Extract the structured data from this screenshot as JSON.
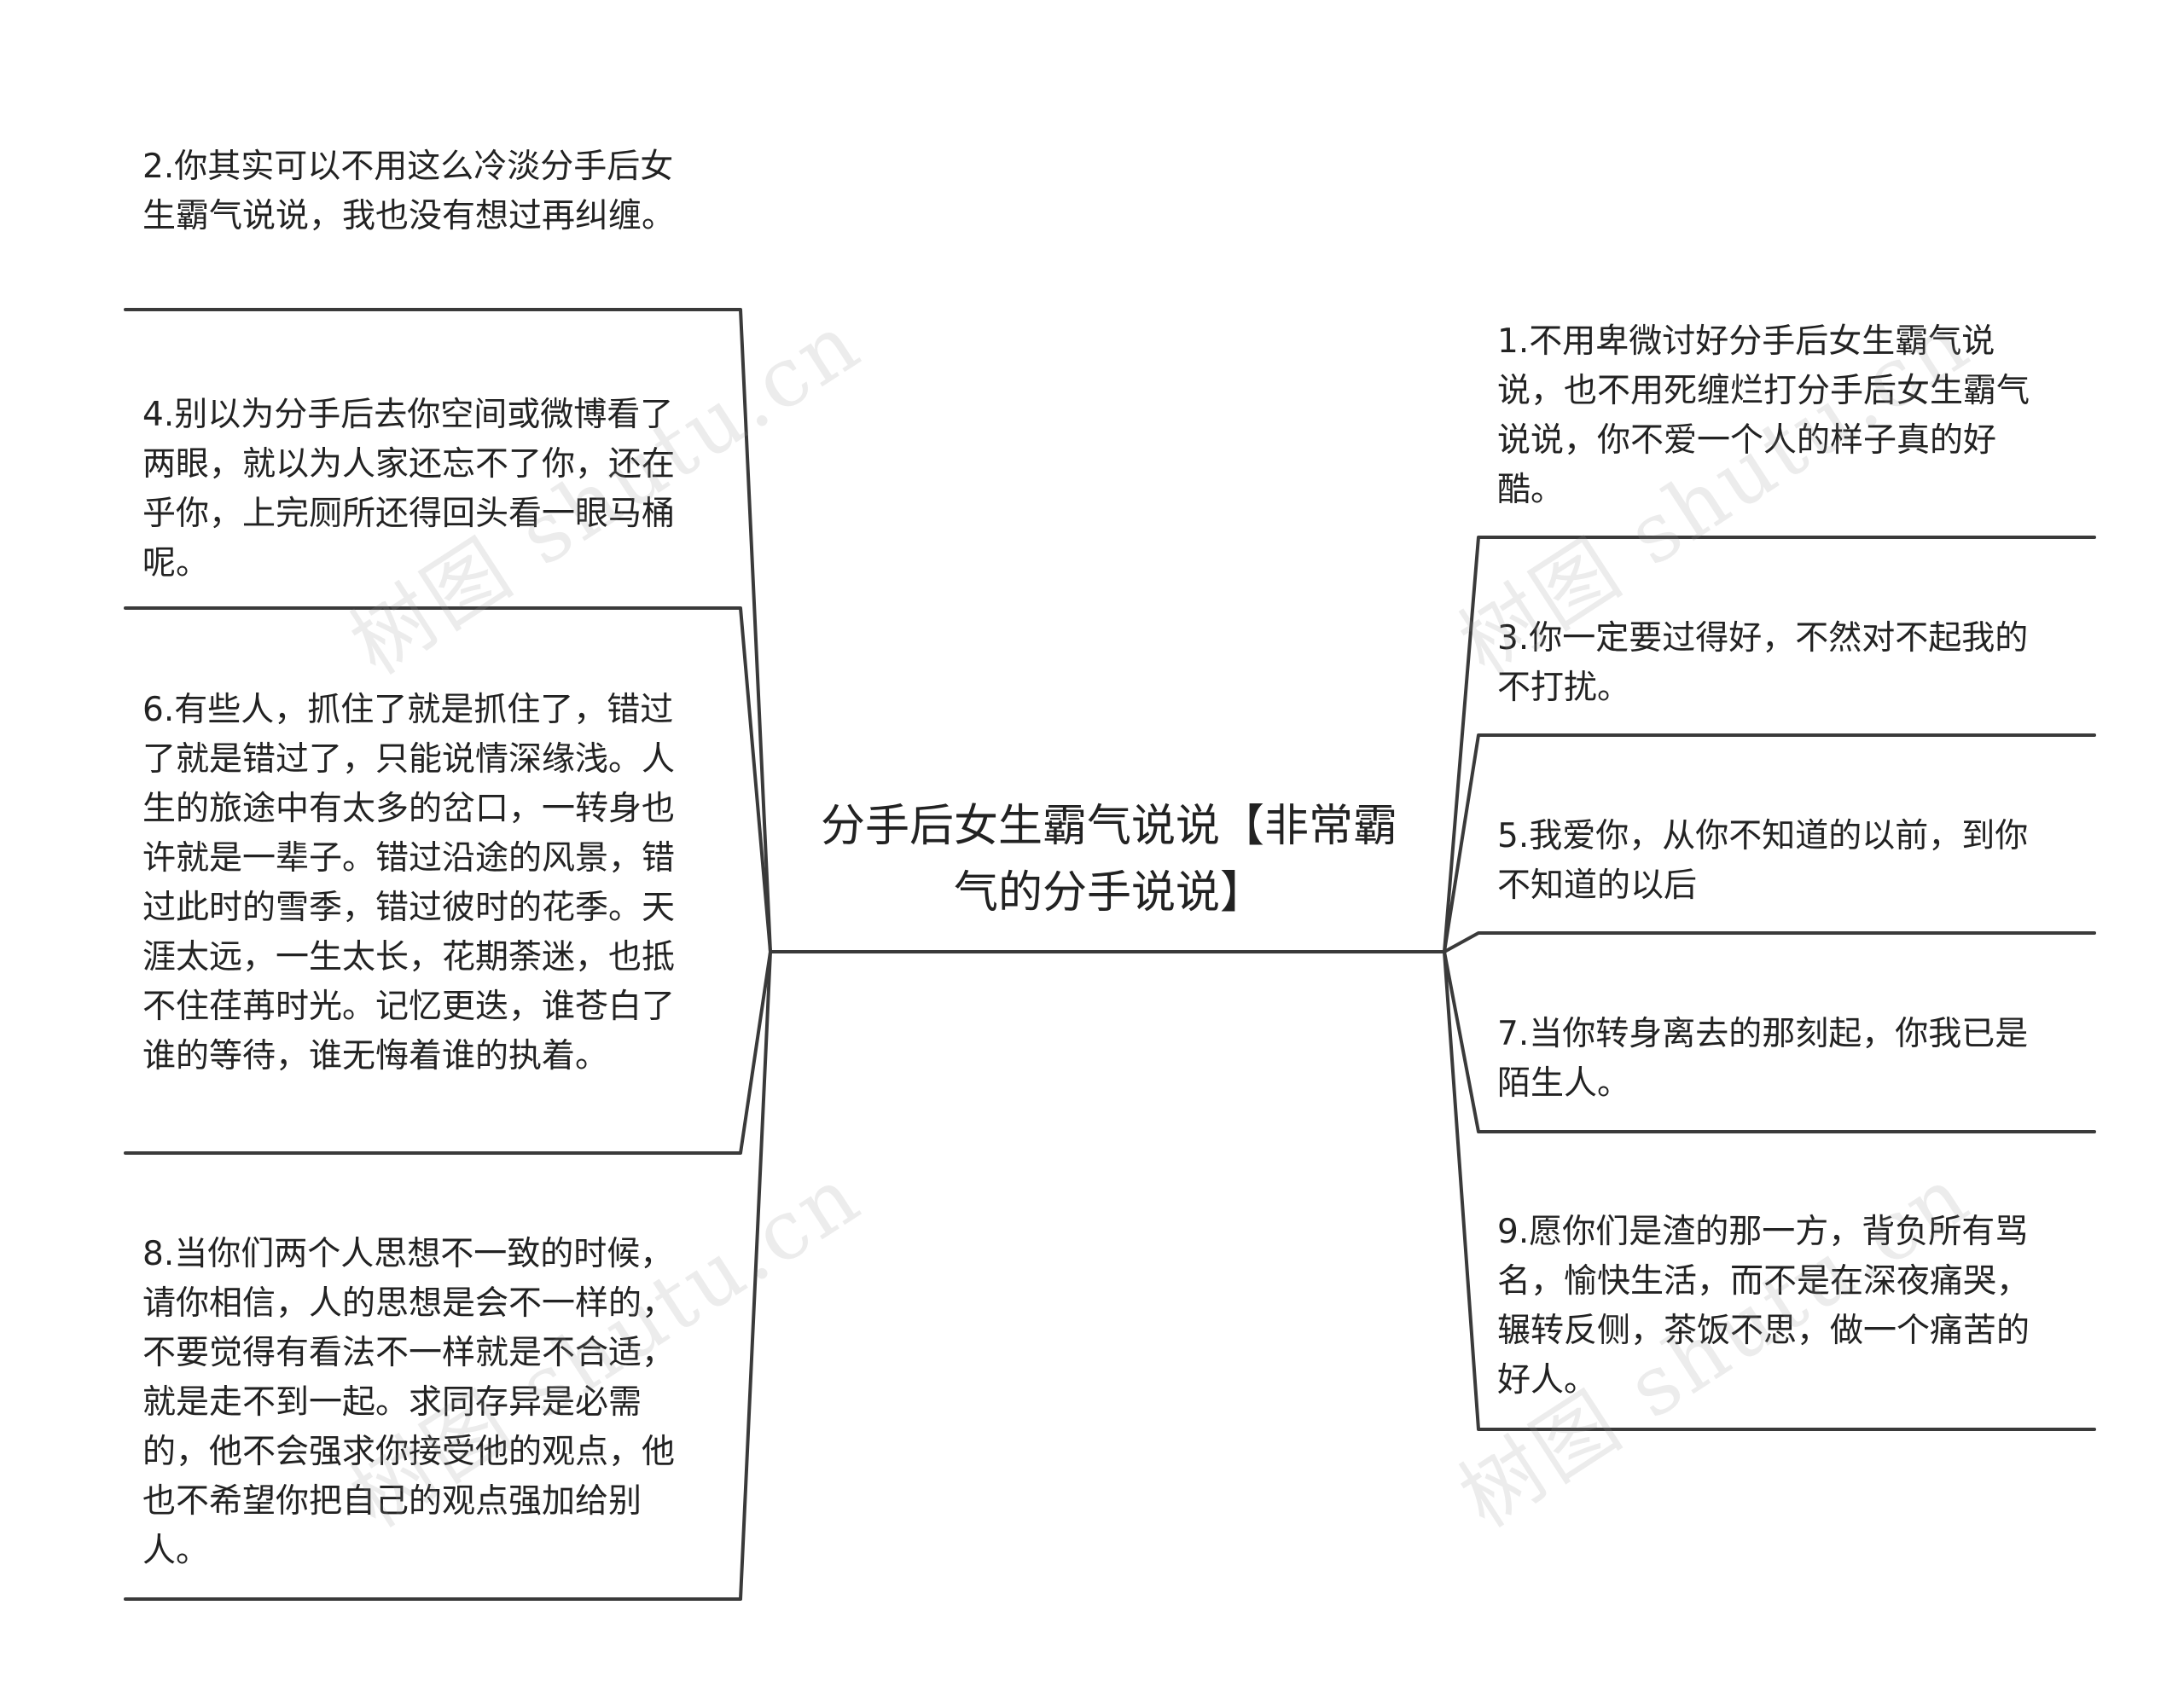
{
  "center": {
    "title": "分手后女生霸气说说【非常霸气的分手说说】"
  },
  "left_nodes": [
    {
      "id": "n2",
      "text": "2.你其实可以不用这么冷淡分手后女生霸气说说，我也没有想过再纠缠。"
    },
    {
      "id": "n4",
      "text": "4.别以为分手后去你空间或微博看了两眼，就以为人家还忘不了你，还在乎你，上完厕所还得回头看一眼马桶呢。"
    },
    {
      "id": "n6",
      "text": "6.有些人，抓住了就是抓住了，错过了就是错过了，只能说情深缘浅。人生的旅途中有太多的岔口，一转身也许就是一辈子。错过沿途的风景，错过此时的雪季，错过彼时的花季。天涯太远，一生太长，花期荼迷，也抵不住荏苒时光。记忆更迭，谁苍白了谁的等待，谁无悔着谁的执着。"
    },
    {
      "id": "n8",
      "text": "8.当你们两个人思想不一致的时候，请你相信，人的思想是会不一样的，不要觉得有看法不一样就是不合适，就是走不到一起。求同存异是必需的，他不会强求你接受他的观点，他也不希望你把自己的观点强加给别人。"
    }
  ],
  "right_nodes": [
    {
      "id": "n1",
      "text": "1.不用卑微讨好分手后女生霸气说说，也不用死缠烂打分手后女生霸气说说，你不爱一个人的样子真的好酷。"
    },
    {
      "id": "n3",
      "text": "3.你一定要过得好，不然对不起我的不打扰。"
    },
    {
      "id": "n5",
      "text": "5.我爱你，从你不知道的以前，到你不知道的以后"
    },
    {
      "id": "n7",
      "text": "7.当你转身离去的那刻起，你我已是陌生人。"
    },
    {
      "id": "n9",
      "text": "9.愿你们是渣的那一方，背负所有骂名，愉快生活，而不是在深夜痛哭，辗转反侧，茶饭不思，做一个痛苦的好人。"
    }
  ],
  "watermark": {
    "text": "树图 shutu.cn"
  },
  "colors": {
    "line": "#3a3a3a",
    "text": "#222222",
    "background": "#ffffff"
  }
}
